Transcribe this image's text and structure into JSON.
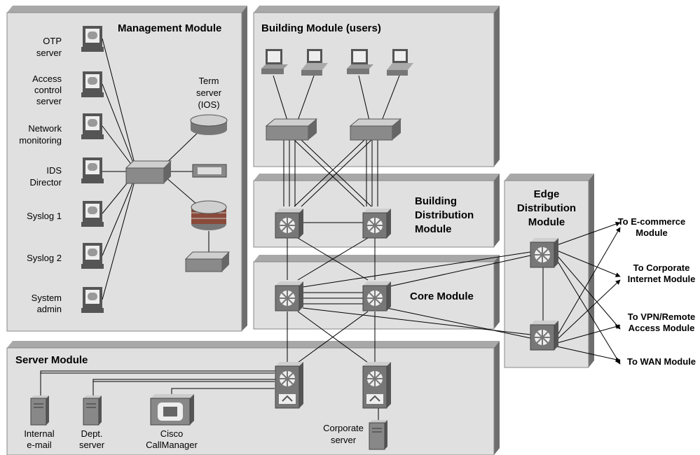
{
  "modules": {
    "management": "Management Module",
    "building": "Building Module (users)",
    "building_dist": [
      "Building",
      "Distribution",
      "Module"
    ],
    "core": "Core Module",
    "edge_dist": [
      "Edge",
      "Distribution",
      "Module"
    ],
    "server": "Server Module"
  },
  "management_devices": [
    [
      "OTP",
      "server"
    ],
    [
      "Access",
      "control",
      "server"
    ],
    [
      "Network",
      "monitoring"
    ],
    [
      "IDS",
      "Director"
    ],
    [
      "Syslog 1"
    ],
    [
      "Syslog 2"
    ],
    [
      "System",
      "admin"
    ]
  ],
  "term_server": [
    "Term",
    "server",
    "(IOS)"
  ],
  "server_labels": {
    "internal_email": [
      "Internal",
      "e-mail"
    ],
    "dept_server": [
      "Dept.",
      "server"
    ],
    "callmanager": [
      "Cisco",
      "CallManager"
    ],
    "corporate_server": [
      "Corporate",
      "server"
    ]
  },
  "destinations": [
    [
      "To E-commerce",
      "Module"
    ],
    [
      "To Corporate",
      "Internet Module"
    ],
    [
      "To VPN/Remote",
      "Access Module"
    ],
    [
      "To WAN Module"
    ]
  ]
}
